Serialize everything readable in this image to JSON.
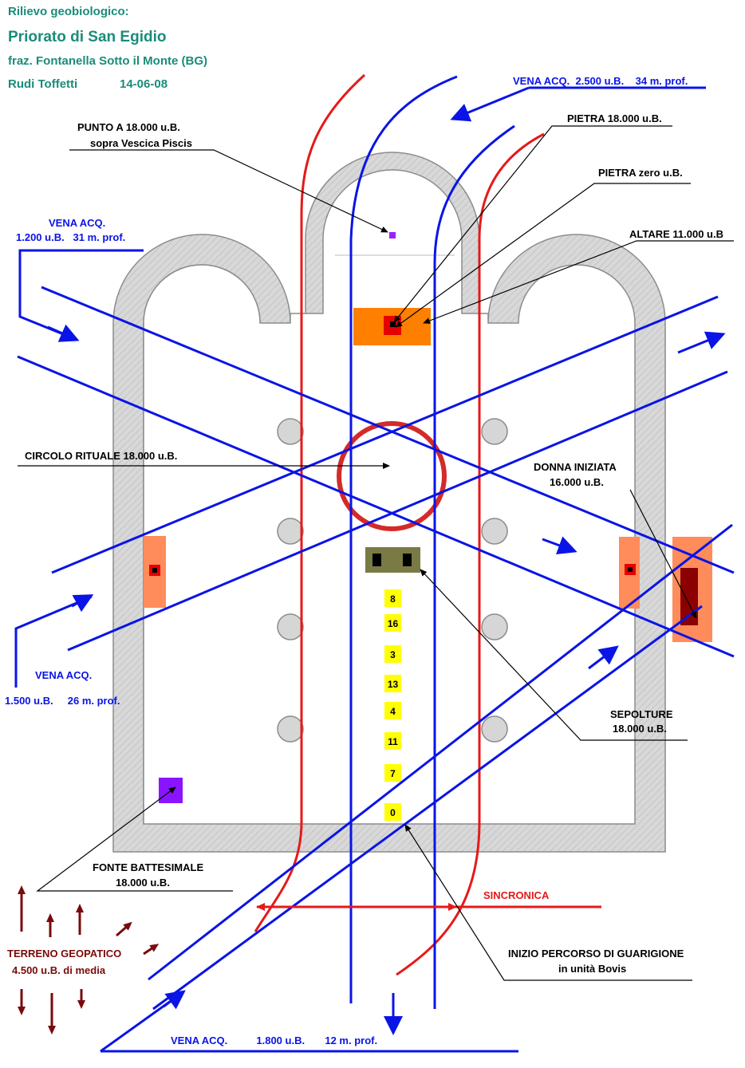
{
  "header": {
    "line1": "Rilievo geobiologico:",
    "title": "Priorato di San Egidio",
    "location": "fraz. Fontanella Sotto il Monte (BG)",
    "author": "Rudi Toffetti",
    "date": "14-06-08"
  },
  "labels": {
    "vena_top": "VENA ACQ.  2.500 u.B.    34 m. prof.",
    "punto_a_1": "PUNTO A 18.000 u.B.",
    "punto_a_2": "sopra Vescica Piscis",
    "pietra_18": "PIETRA 18.000 u.B.",
    "pietra_zero": "PIETRA zero u.B.",
    "altare": "ALTARE 11.000 u.B",
    "vena_left1_1": "VENA ACQ.",
    "vena_left1_2": "1.200 u.B.   31 m. prof.",
    "circolo": "CIRCOLO RITUALE 18.000 u.B.",
    "donna_1": "DONNA INIZIATA",
    "donna_2": "16.000 u.B.",
    "vena_left2_1": "VENA ACQ.",
    "vena_left2_2": "1.500 u.B.     26 m. prof.",
    "sepolture_1": "SEPOLTURE",
    "sepolture_2": "18.000 u.B.",
    "fonte_1": "FONTE BATTESIMALE",
    "fonte_2": "18.000 u.B.",
    "sincronica": "SINCRONICA",
    "terreno_1": "TERRENO GEOPATICO",
    "terreno_2": "4.500 u.B. di media",
    "inizio_1": "INIZIO PERCORSO DI GUARIGIONE",
    "inizio_2": "in unità Bovis",
    "vena_bottom": "VENA ACQ.          1.800 u.B.       12 m. prof."
  },
  "healing_path": [
    "8",
    "16",
    "3",
    "13",
    "4",
    "11",
    "7",
    "0"
  ],
  "colors": {
    "header": "#1a8c7a",
    "vein": "#0a14e6",
    "sincronica": "#e61919",
    "geopathic": "#7a0a0a",
    "wall": "#d6d6d6",
    "altar": "#ff8000",
    "stone": "#e60000",
    "circle": "#d42a2a",
    "tombs": "#7a7a45",
    "healing_box": "#ffff00",
    "font": "#8a14ff",
    "donna": "#8b0000",
    "side_orange": "#ff8c5a"
  }
}
